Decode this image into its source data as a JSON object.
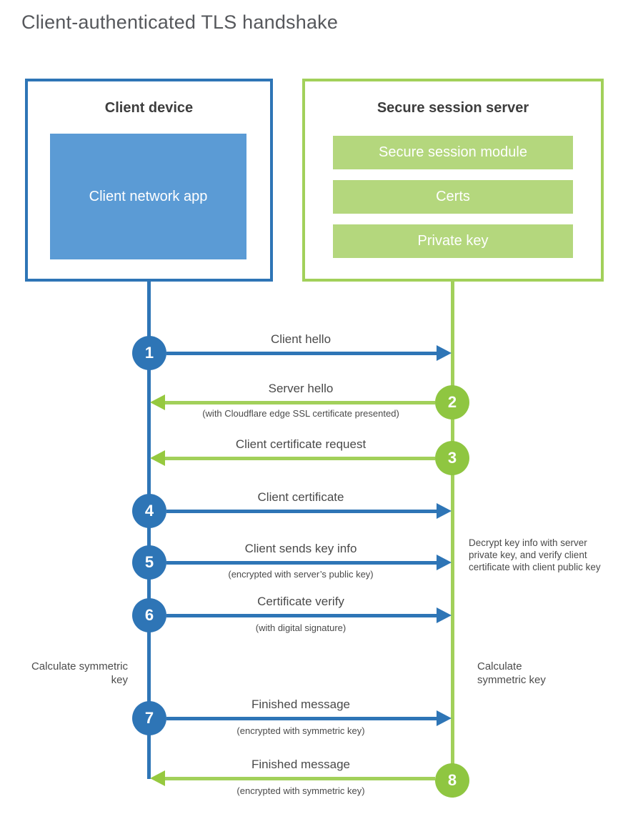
{
  "page": {
    "title": "Client-authenticated TLS handshake"
  },
  "client_box": {
    "title": "Client device",
    "app_label": "Client network app"
  },
  "server_box": {
    "title": "Secure session server",
    "modules": [
      "Secure session module",
      "Certs",
      "Private key"
    ]
  },
  "steps": [
    {
      "num": "1",
      "label": "Client hello",
      "sublabel": "",
      "from": "client",
      "to": "server"
    },
    {
      "num": "2",
      "label": "Server hello",
      "sublabel": "(with Cloudflare edge SSL certificate presented)",
      "from": "server",
      "to": "client"
    },
    {
      "num": "3",
      "label": "Client certificate request",
      "sublabel": "",
      "from": "server",
      "to": "client"
    },
    {
      "num": "4",
      "label": "Client certificate",
      "sublabel": "",
      "from": "client",
      "to": "server"
    },
    {
      "num": "5",
      "label": "Client sends key info",
      "sublabel": "(encrypted with server’s public key)",
      "from": "client",
      "to": "server"
    },
    {
      "num": "6",
      "label": "Certificate verify",
      "sublabel": "(with digital signature)",
      "from": "client",
      "to": "server"
    },
    {
      "num": "7",
      "label": "Finished message",
      "sublabel": "(encrypted with symmetric key)",
      "from": "client",
      "to": "server"
    },
    {
      "num": "8",
      "label": "Finished message",
      "sublabel": "(encrypted with symmetric key)",
      "from": "server",
      "to": "client"
    }
  ],
  "annotations": {
    "client_calc": "Calculate symmetric key",
    "server_calc": "Calculate symmetric key",
    "server_decrypt": "Decrypt key info with server private key, and verify client certificate with client public key"
  },
  "colors": {
    "client_accent": "#2e75b6",
    "client_fill": "#5b9bd5",
    "server_accent": "#a2d05a",
    "server_circle": "#8fc641",
    "server_fill": "#b4d77d",
    "text": "#4a4a4a",
    "title_text": "#56585c"
  }
}
